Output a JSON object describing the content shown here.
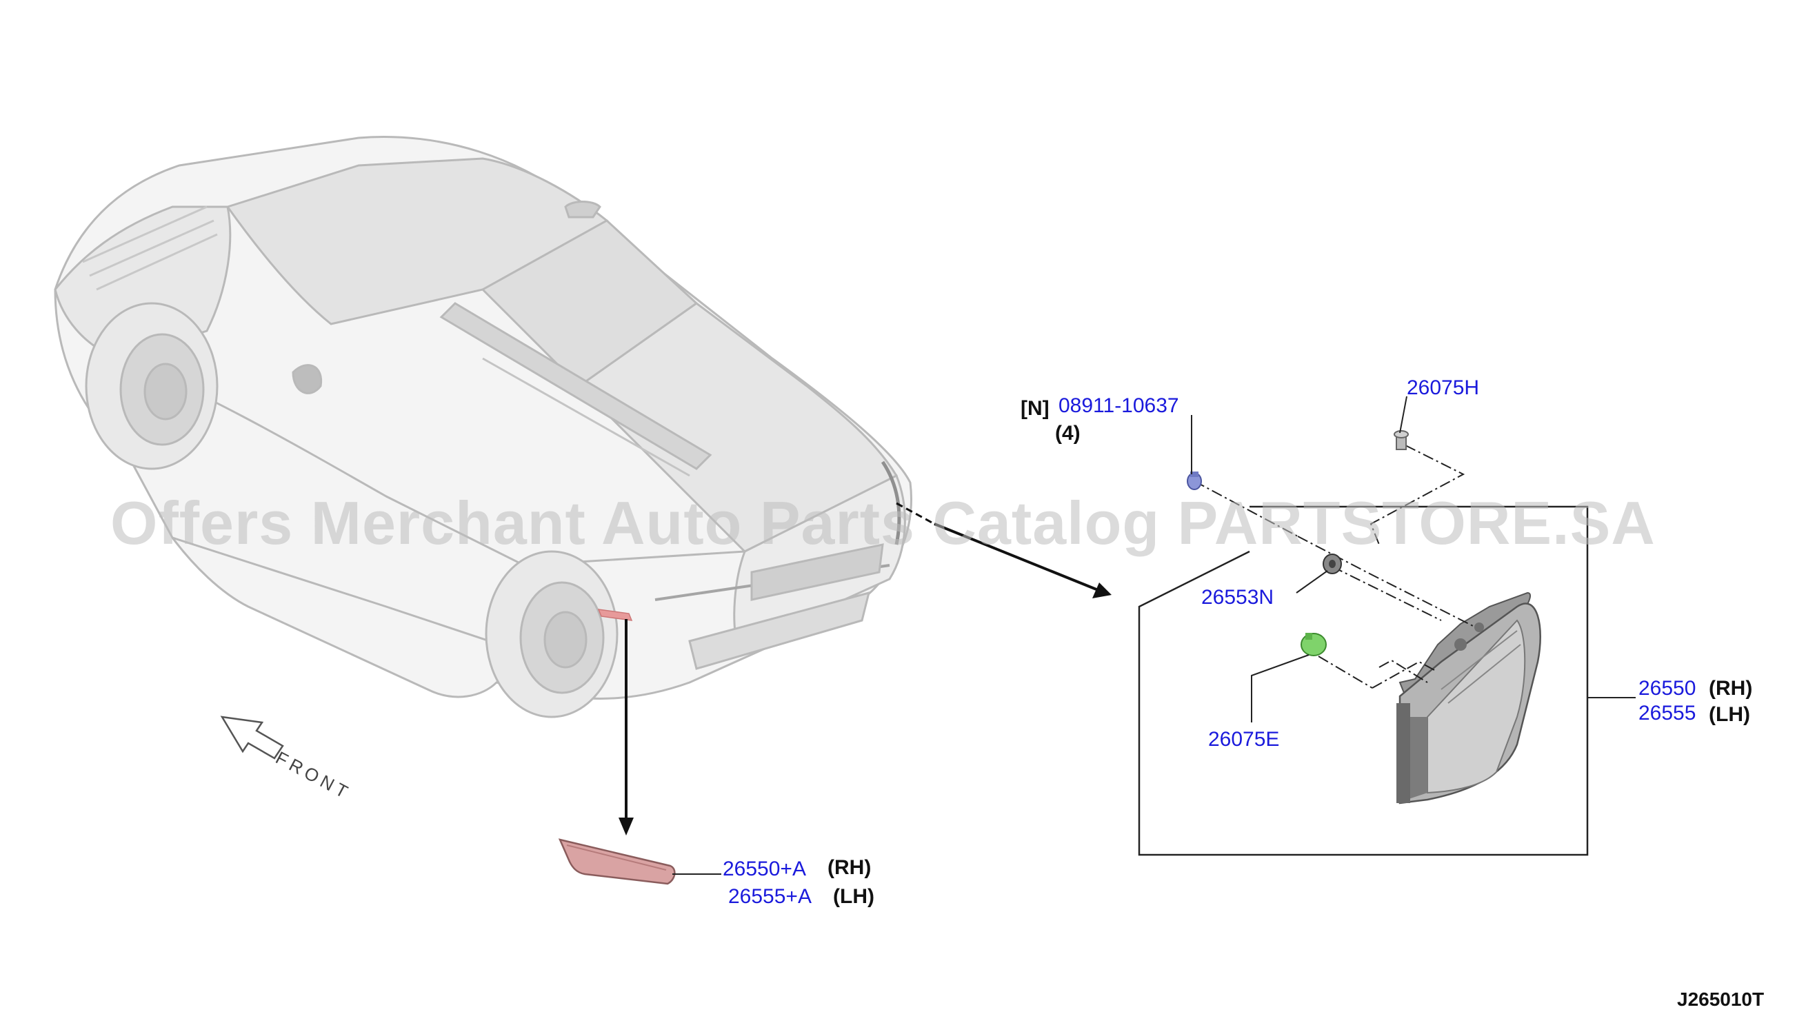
{
  "watermark": "Offers Merchant Auto Parts Catalog PARTSTORE.SA",
  "front_label": "FRONT",
  "diagram_code": "J265010T",
  "callouts": {
    "clip_note_prefix": "[N]",
    "clip_part": "08911-10637",
    "clip_qty": "(4)",
    "screw_top": "26075H",
    "grommet": "26553N",
    "screw_bottom": "26075E",
    "lamp_rh": "26550",
    "lamp_lh": "26555",
    "lamp_rh_side": "(RH)",
    "lamp_lh_side": "(LH)",
    "reflector_rh": "26550+A",
    "reflector_lh": "26555+A",
    "reflector_rh_side": "(RH)",
    "reflector_lh_side": "(LH)"
  },
  "colors": {
    "part_link": "#1a1adc",
    "reflector": "#d9a3a3",
    "clip": "#8c96d8",
    "screw_green": "#7fd36b"
  }
}
